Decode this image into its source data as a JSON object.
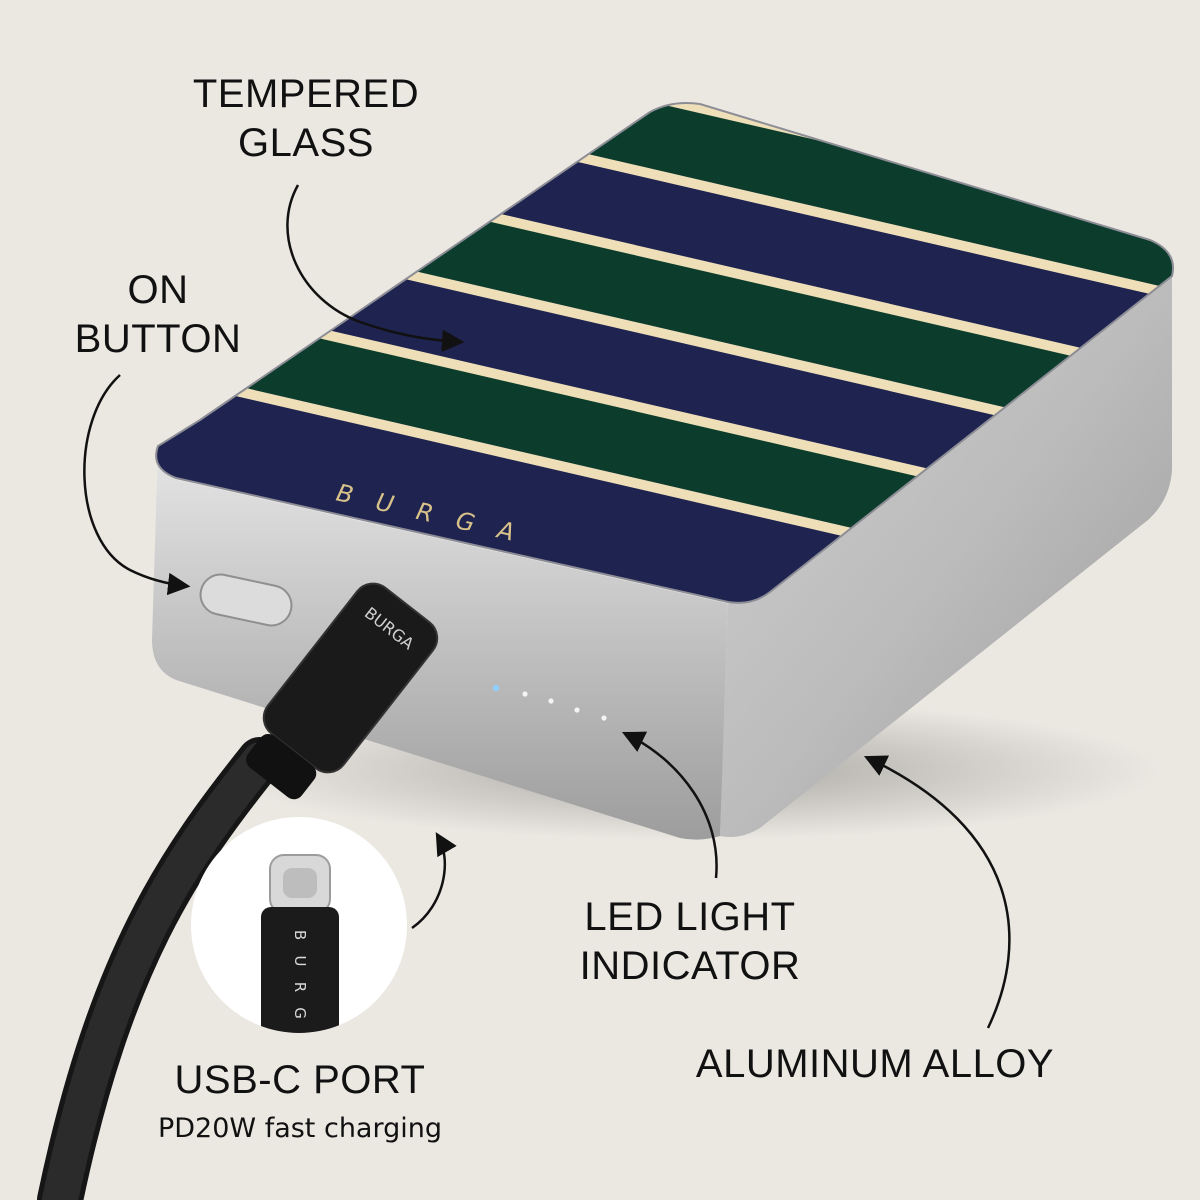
{
  "callouts": {
    "tempered_glass": {
      "line1": "TEMPERED",
      "line2": "GLASS"
    },
    "on_button": {
      "line1": "ON",
      "line2": "BUTTON"
    },
    "usb_c_port": {
      "title": "USB-C PORT",
      "subtitle": "PD20W fast charging"
    },
    "led_indicator": {
      "line1": "LED LIGHT",
      "line2": "INDICATOR"
    },
    "aluminum_alloy": {
      "text": "ALUMINUM ALLOY"
    }
  },
  "brand": {
    "letters": [
      "B",
      "U",
      "R",
      "G",
      "A"
    ]
  },
  "colors": {
    "background": "#ebe8e2",
    "navy": "#1f2350",
    "green": "#0c3d2c",
    "cream": "#eedfb8",
    "aluminum": "#c9c9c9",
    "gold": "#d8c28a",
    "cable": "#1a1a1a"
  },
  "icons": [
    "arrow-icon",
    "usb-c-connector-icon"
  ]
}
